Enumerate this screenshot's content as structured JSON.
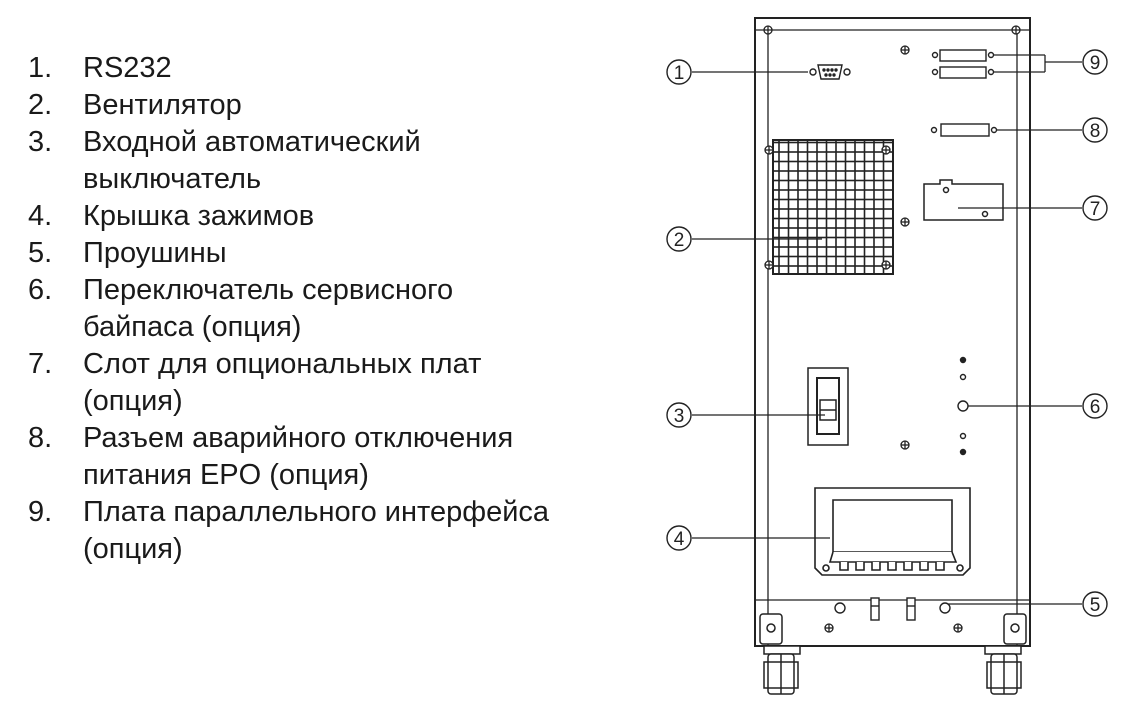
{
  "legend": {
    "items": [
      {
        "num": "1.",
        "text": "RS232"
      },
      {
        "num": "2.",
        "text": "Вентилятор"
      },
      {
        "num": "3.",
        "text": "Входной автоматический\nвыключатель"
      },
      {
        "num": "4.",
        "text": "Крышка зажимов"
      },
      {
        "num": "5.",
        "text": "Проушины"
      },
      {
        "num": "6.",
        "text": "Переключатель сервисного\nбайпаса (опция)"
      },
      {
        "num": "7.",
        "text": "Слот для опциональных плат\n(опция)"
      },
      {
        "num": "8.",
        "text": "Разъем аварийного отключения\nпитания EPO (опция)"
      },
      {
        "num": "9.",
        "text": "Плата параллельного интерфейса\n(опция)"
      }
    ]
  },
  "callouts": {
    "c1": "1",
    "c2": "2",
    "c3": "3",
    "c4": "4",
    "c5": "5",
    "c6": "6",
    "c7": "7",
    "c8": "8",
    "c9": "9"
  }
}
